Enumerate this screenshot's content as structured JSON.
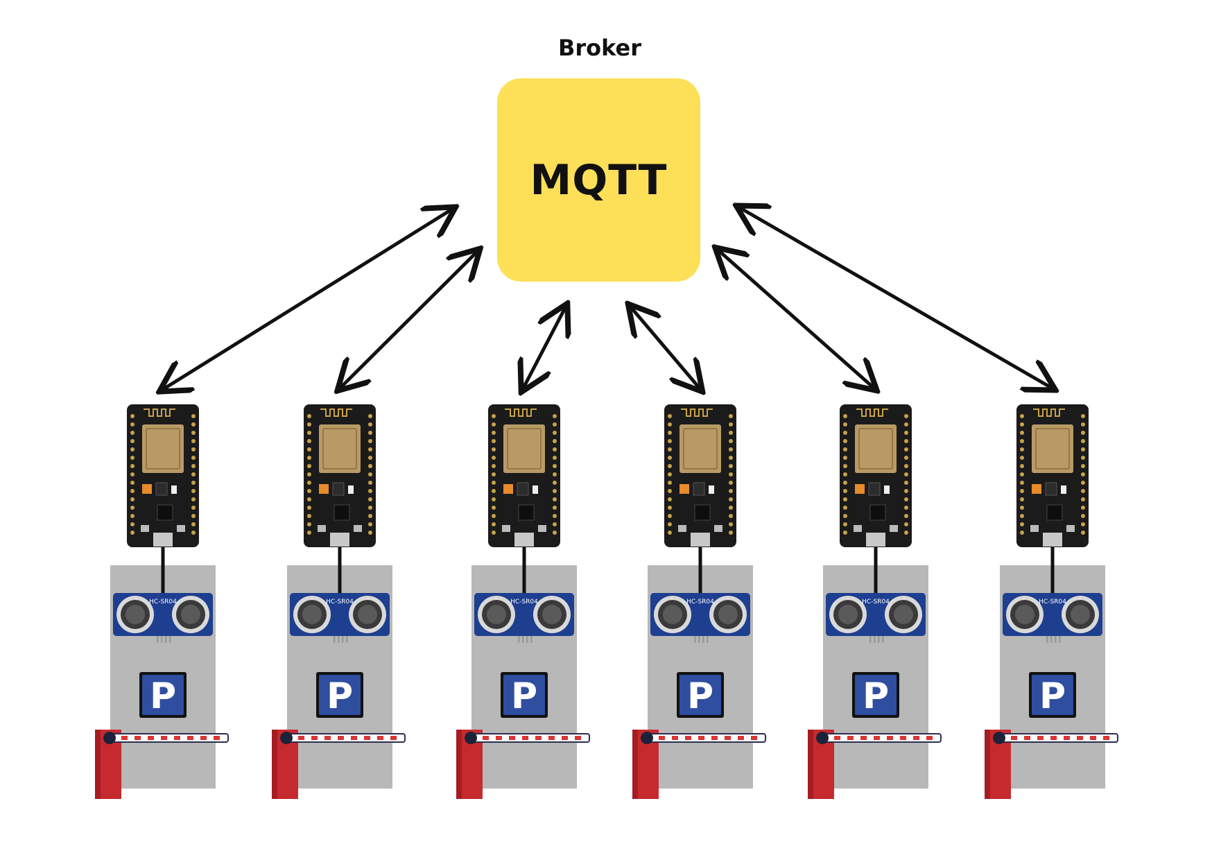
{
  "broker": {
    "label": "Broker",
    "protocol": "MQTT",
    "color": "#fddf58"
  },
  "node_module_label": "HC-SR04",
  "parking_sign": "P",
  "station_count": 6,
  "stations": [
    {
      "id": 1
    },
    {
      "id": 2
    },
    {
      "id": 3
    },
    {
      "id": 4
    },
    {
      "id": 5
    },
    {
      "id": 6
    }
  ],
  "icons": {
    "microcontroller": "esp8266-nodemcu-icon",
    "sensor": "ultrasonic-sensor-icon",
    "sign": "parking-sign-icon",
    "barrier": "parking-barrier-icon"
  },
  "colors": {
    "arrow": "#111111",
    "pcb": "#1b1b1b",
    "sensor_board": "#1e3f8f",
    "parking_sign": "#2f4ea0",
    "barrier_body": "#c62a2e",
    "panel": "#b8b8b8"
  }
}
